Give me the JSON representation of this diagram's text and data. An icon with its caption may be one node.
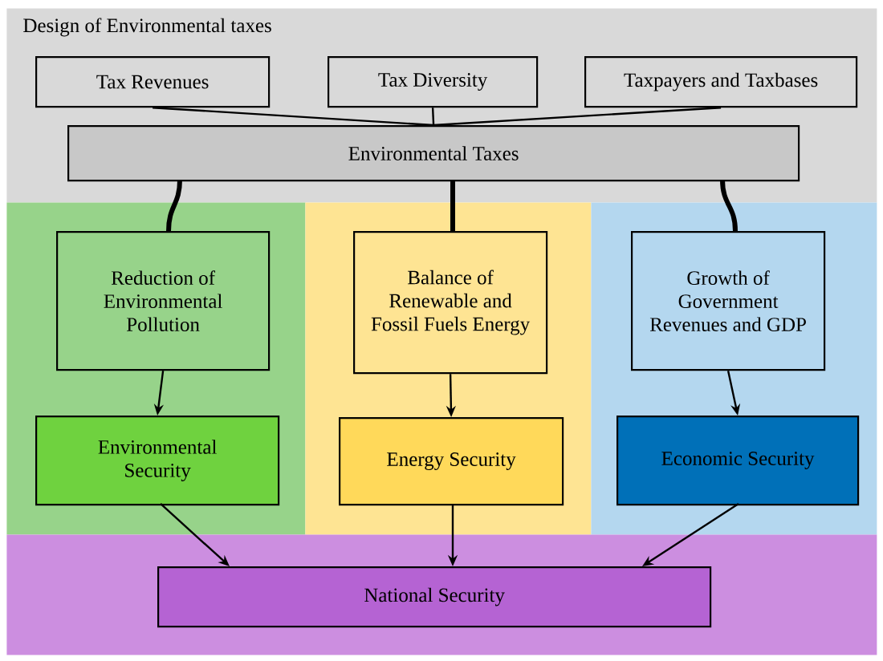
{
  "diagram": {
    "nodes": [
      {
        "text": [
          "Design of Environmental taxes"
        ]
      },
      {
        "text": [
          "Tax Revenues"
        ],
        "in": 0
      },
      {
        "text": [
          "Tax Diversity"
        ],
        "in": 0
      },
      {
        "text": [
          "Taxpayers and Taxbases"
        ],
        "in": 0
      },
      {
        "text": [
          "Environmental Taxes"
        ],
        "in": 0
      },
      {
        "text": [],
        "shape": "box"
      },
      {
        "text": [],
        "shape": "box"
      },
      {
        "text": [],
        "shape": "box"
      },
      {
        "text": [
          "Reduction of Environmental Pollution"
        ],
        "in": 5
      },
      {
        "text": [
          "Balance of Renewable and Fossil Fuels Energy"
        ],
        "in": 6
      },
      {
        "text": [
          "Growth of Government Revenues and GDP"
        ],
        "in": 7
      },
      {
        "text": [
          "Environmental Security"
        ],
        "in": 5
      },
      {
        "text": [
          "Energy Security"
        ],
        "in": 6
      },
      {
        "text": [
          "Economic Security"
        ],
        "in": 7
      },
      {
        "text": [],
        "shape": "box"
      },
      {
        "text": [
          "National Security"
        ],
        "in": 14
      }
    ],
    "edges": [
      {
        "from": 1,
        "to": 4,
        "arrow": "none"
      },
      {
        "from": 2,
        "to": 4,
        "arrow": "none"
      },
      {
        "from": 3,
        "to": 4,
        "arrow": "none"
      },
      {
        "from": 4,
        "to": 8,
        "arrow": "none",
        "style": "thick"
      },
      {
        "from": 4,
        "to": 9,
        "arrow": "none",
        "style": "thick"
      },
      {
        "from": 4,
        "to": 10,
        "arrow": "none",
        "style": "thick"
      },
      {
        "from": 8,
        "to": 11,
        "arrow": "to"
      },
      {
        "from": 9,
        "to": 12,
        "arrow": "to"
      },
      {
        "from": 10,
        "to": 13,
        "arrow": "to"
      },
      {
        "from": 11,
        "to": 15,
        "arrow": "to"
      },
      {
        "from": 12,
        "to": 15,
        "arrow": "to"
      },
      {
        "from": 13,
        "to": 15,
        "arrow": "to"
      }
    ]
  }
}
